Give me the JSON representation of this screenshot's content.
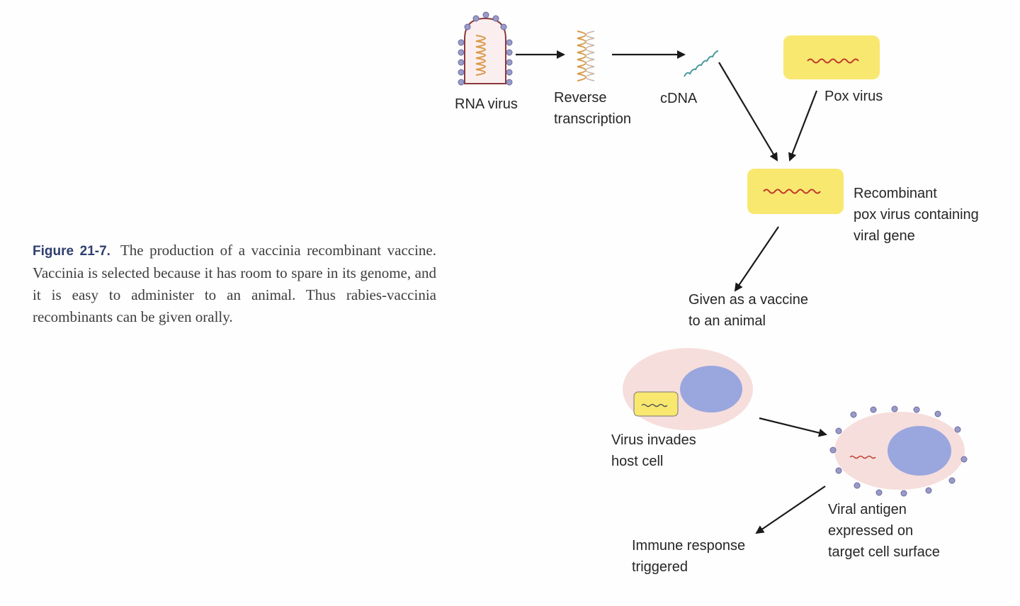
{
  "caption": {
    "figure_label": "Figure 21-7.",
    "text": "The production of a vaccinia recombinant vaccine. Vaccinia is selected because it has room to spare in its genome, and it is easy to administer to an animal. Thus rabies-vaccinia recombinants can be given orally."
  },
  "labels": {
    "rna_virus": "RNA virus",
    "reverse_transcription_1": "Reverse",
    "reverse_transcription_2": "transcription",
    "cdna": "cDNA",
    "pox_virus": "Pox virus",
    "recombinant_1": "Recombinant",
    "recombinant_2": "pox virus containing",
    "recombinant_3": "viral gene",
    "vaccine_1": "Given as a vaccine",
    "vaccine_2": "to an animal",
    "invades_1": "Virus invades",
    "invades_2": "host cell",
    "antigen_1": "Viral antigen",
    "antigen_2": "expressed on",
    "antigen_3": "target cell surface",
    "immune_1": "Immune response",
    "immune_2": "triggered"
  },
  "colors": {
    "pox_yellow": "#f8e870",
    "cell_pink": "#f6dedc",
    "nucleus_blue": "#9aa6de",
    "gene_red": "#c0392b",
    "helix_orange": "#d99a4a",
    "cdna_teal": "#4a9a9a",
    "arrow": "#1a1a1a"
  }
}
